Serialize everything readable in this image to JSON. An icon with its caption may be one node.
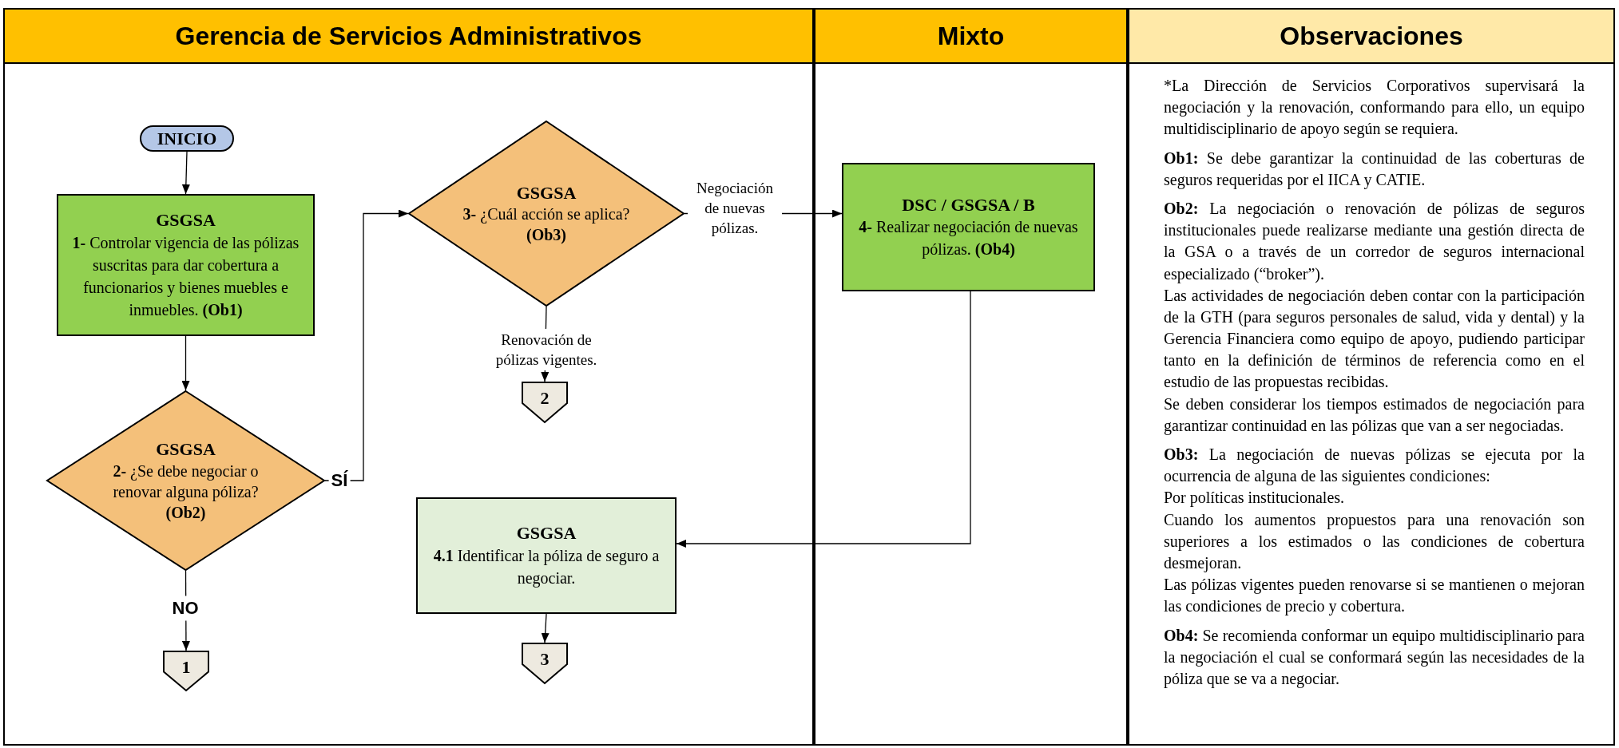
{
  "diagram": {
    "nodes": [
      {
        "text": [
          "Gerencia de Servicios Administrativos"
        ]
      },
      {
        "text": [
          "Mixto"
        ]
      },
      {
        "text": [
          "Observaciones",
          "*La Dirección de Servicios Corporativos supervisará la negociación y la renovación, conformando para ello, un equipo multidisciplinario de apoyo según se requiera.",
          "**Ob1:** Se debe garantizar la continuidad de las coberturas de seguros requeridas por el IICA y CATIE.",
          "**Ob2:** La negociación o renovación de pólizas de seguros institucionales puede realizarse mediante una gestión directa de la GSA o a través de un corredor de seguros internacional especializado (“broker”).",
          "Las actividades de negociación deben contar con la participación de la GTH (para seguros personales de salud, vida y dental) y la Gerencia Financiera como equipo de apoyo, pudiendo participar tanto en la definición de términos de referencia como en el estudio de las propuestas recibidas.",
          "Se deben considerar los tiempos estimados de negociación para garantizar continuidad en las pólizas que van a ser negociadas.",
          "**Ob3:** La negociación de nuevas pólizas se ejecuta por la ocurrencia de alguna de las siguientes condiciones:",
          "Por políticas institucionales.",
          "Cuando los aumentos propuestos para una renovación son superiores a los estimados o las condiciones de cobertura desmejoran.",
          "Las pólizas vigentes pueden renovarse si se mantienen o mejoran las condiciones de precio y cobertura.",
          "**Ob4:** Se recomienda conformar un equipo multidisciplinario para la negociación el cual se conformará según las necesidades de la póliza que se va a negociar."
        ]
      },
      {
        "text": [
          "INICIO"
        ],
        "in": 0
      },
      {
        "text": [
          "GSGSA",
          "**1-** Controlar vigencia de las pólizas suscritas para dar cobertura a funcionarios y bienes muebles e inmuebles. **(Ob1)**"
        ],
        "in": 0
      },
      {
        "text": [
          "GSGSA",
          "**2-** ¿Se debe negociar o renovar alguna póliza? **(Ob2)**"
        ],
        "in": 0
      },
      {
        "text": [
          "GSGSA",
          "**3-** ¿Cuál acción se aplica? **(Ob3)**"
        ],
        "in": 0
      },
      {
        "text": [
          "DSC / GSGSA / B",
          "**4-** Realizar negociación de nuevas pólizas. **(Ob4)**"
        ],
        "in": 1
      },
      {
        "text": [
          "2"
        ],
        "in": 0
      },
      {
        "text": [
          "GSGSA",
          "**4.1** Identificar la póliza de seguro a negociar."
        ],
        "in": 0
      },
      {
        "text": [
          "1"
        ],
        "in": 0
      },
      {
        "text": [
          "3"
        ],
        "in": 0
      }
    ],
    "edges": [
      {
        "from": 3,
        "to": 4,
        "arrow": "to"
      },
      {
        "from": 4,
        "to": 5,
        "arrow": "to"
      },
      {
        "from": 5,
        "to": 6,
        "arrow": "to",
        "label": "SÍ"
      },
      {
        "from": 5,
        "to": 10,
        "arrow": "to",
        "label": "NO"
      },
      {
        "from": 6,
        "to": 7,
        "arrow": "to",
        "label": "Negociación de nuevas pólizas."
      },
      {
        "from": 6,
        "to": 8,
        "arrow": "to",
        "label": "Renovación de pólizas vigentes."
      },
      {
        "from": 7,
        "to": 9,
        "arrow": "to"
      },
      {
        "from": 9,
        "to": 11,
        "arrow": "to"
      }
    ]
  }
}
